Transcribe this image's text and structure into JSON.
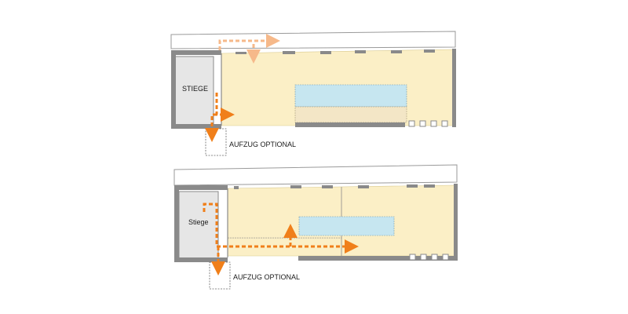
{
  "plans": [
    {
      "id": "upper",
      "stair_label": "STIEGE",
      "elevator_label": "AUFZUG OPTIONAL"
    },
    {
      "id": "lower",
      "stair_label": "Stiege",
      "elevator_label": "AUFZUG OPTIONAL"
    }
  ],
  "colors": {
    "floor": "#fbefc6",
    "pool": "#c6e6f0",
    "pool_lower_band": "#f3e6c6",
    "wall": "#8a8a8a",
    "stair_area": "#e6e6e6",
    "arrow": "#f07f1a",
    "arrow_light": "#f6b98a",
    "outline": "#555555"
  }
}
